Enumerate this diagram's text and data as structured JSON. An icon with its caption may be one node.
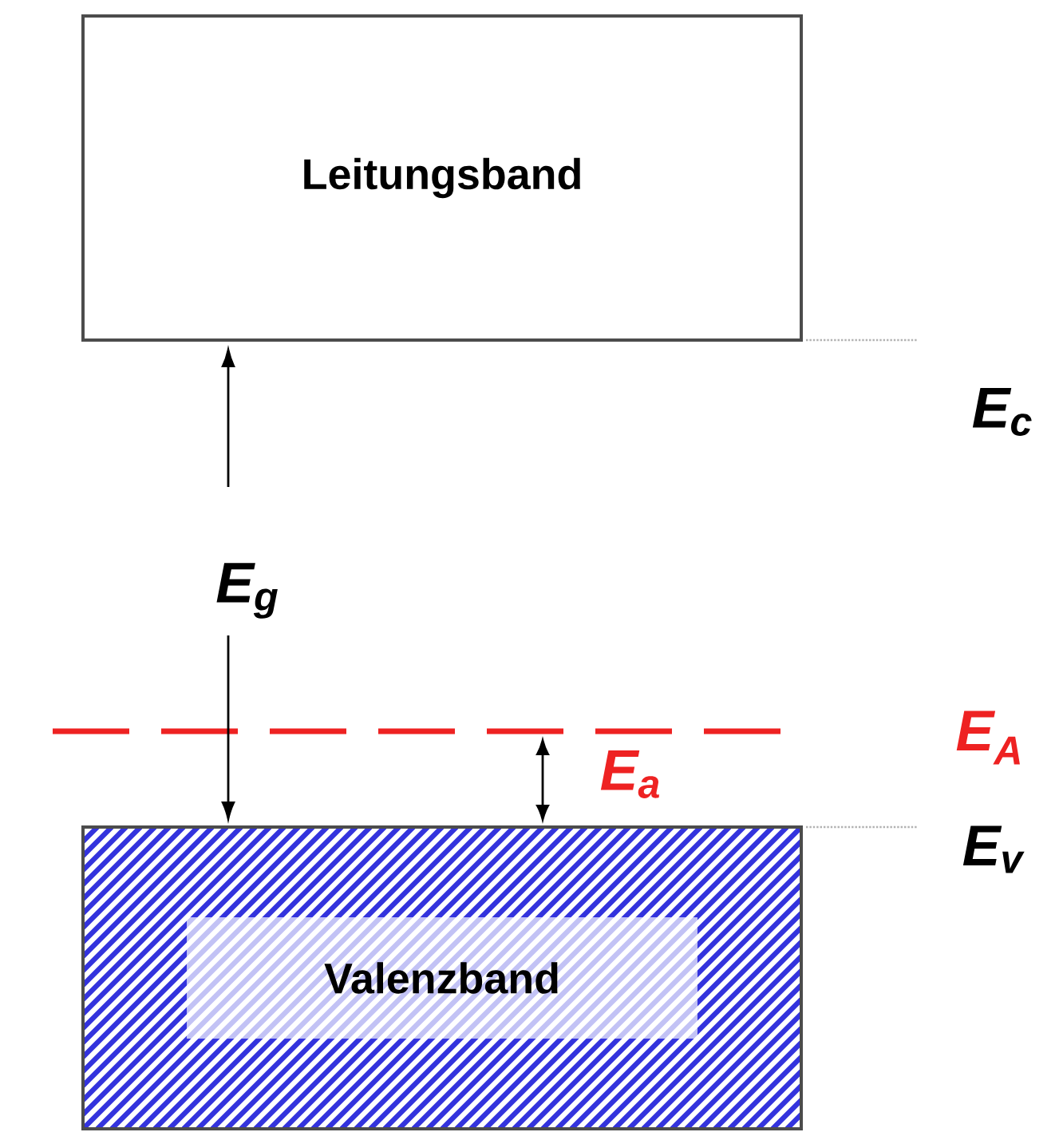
{
  "diagram": {
    "nodes": [
      {
        "text": [
          "Leitungsband"
        ]
      },
      {
        "text": [
          "Valenzband"
        ]
      }
    ],
    "labels": [
      "E$_{c}$",
      "E$_{g}$",
      "E$_{A}$",
      "E$_{a}$",
      "E$_{v}$"
    ]
  }
}
